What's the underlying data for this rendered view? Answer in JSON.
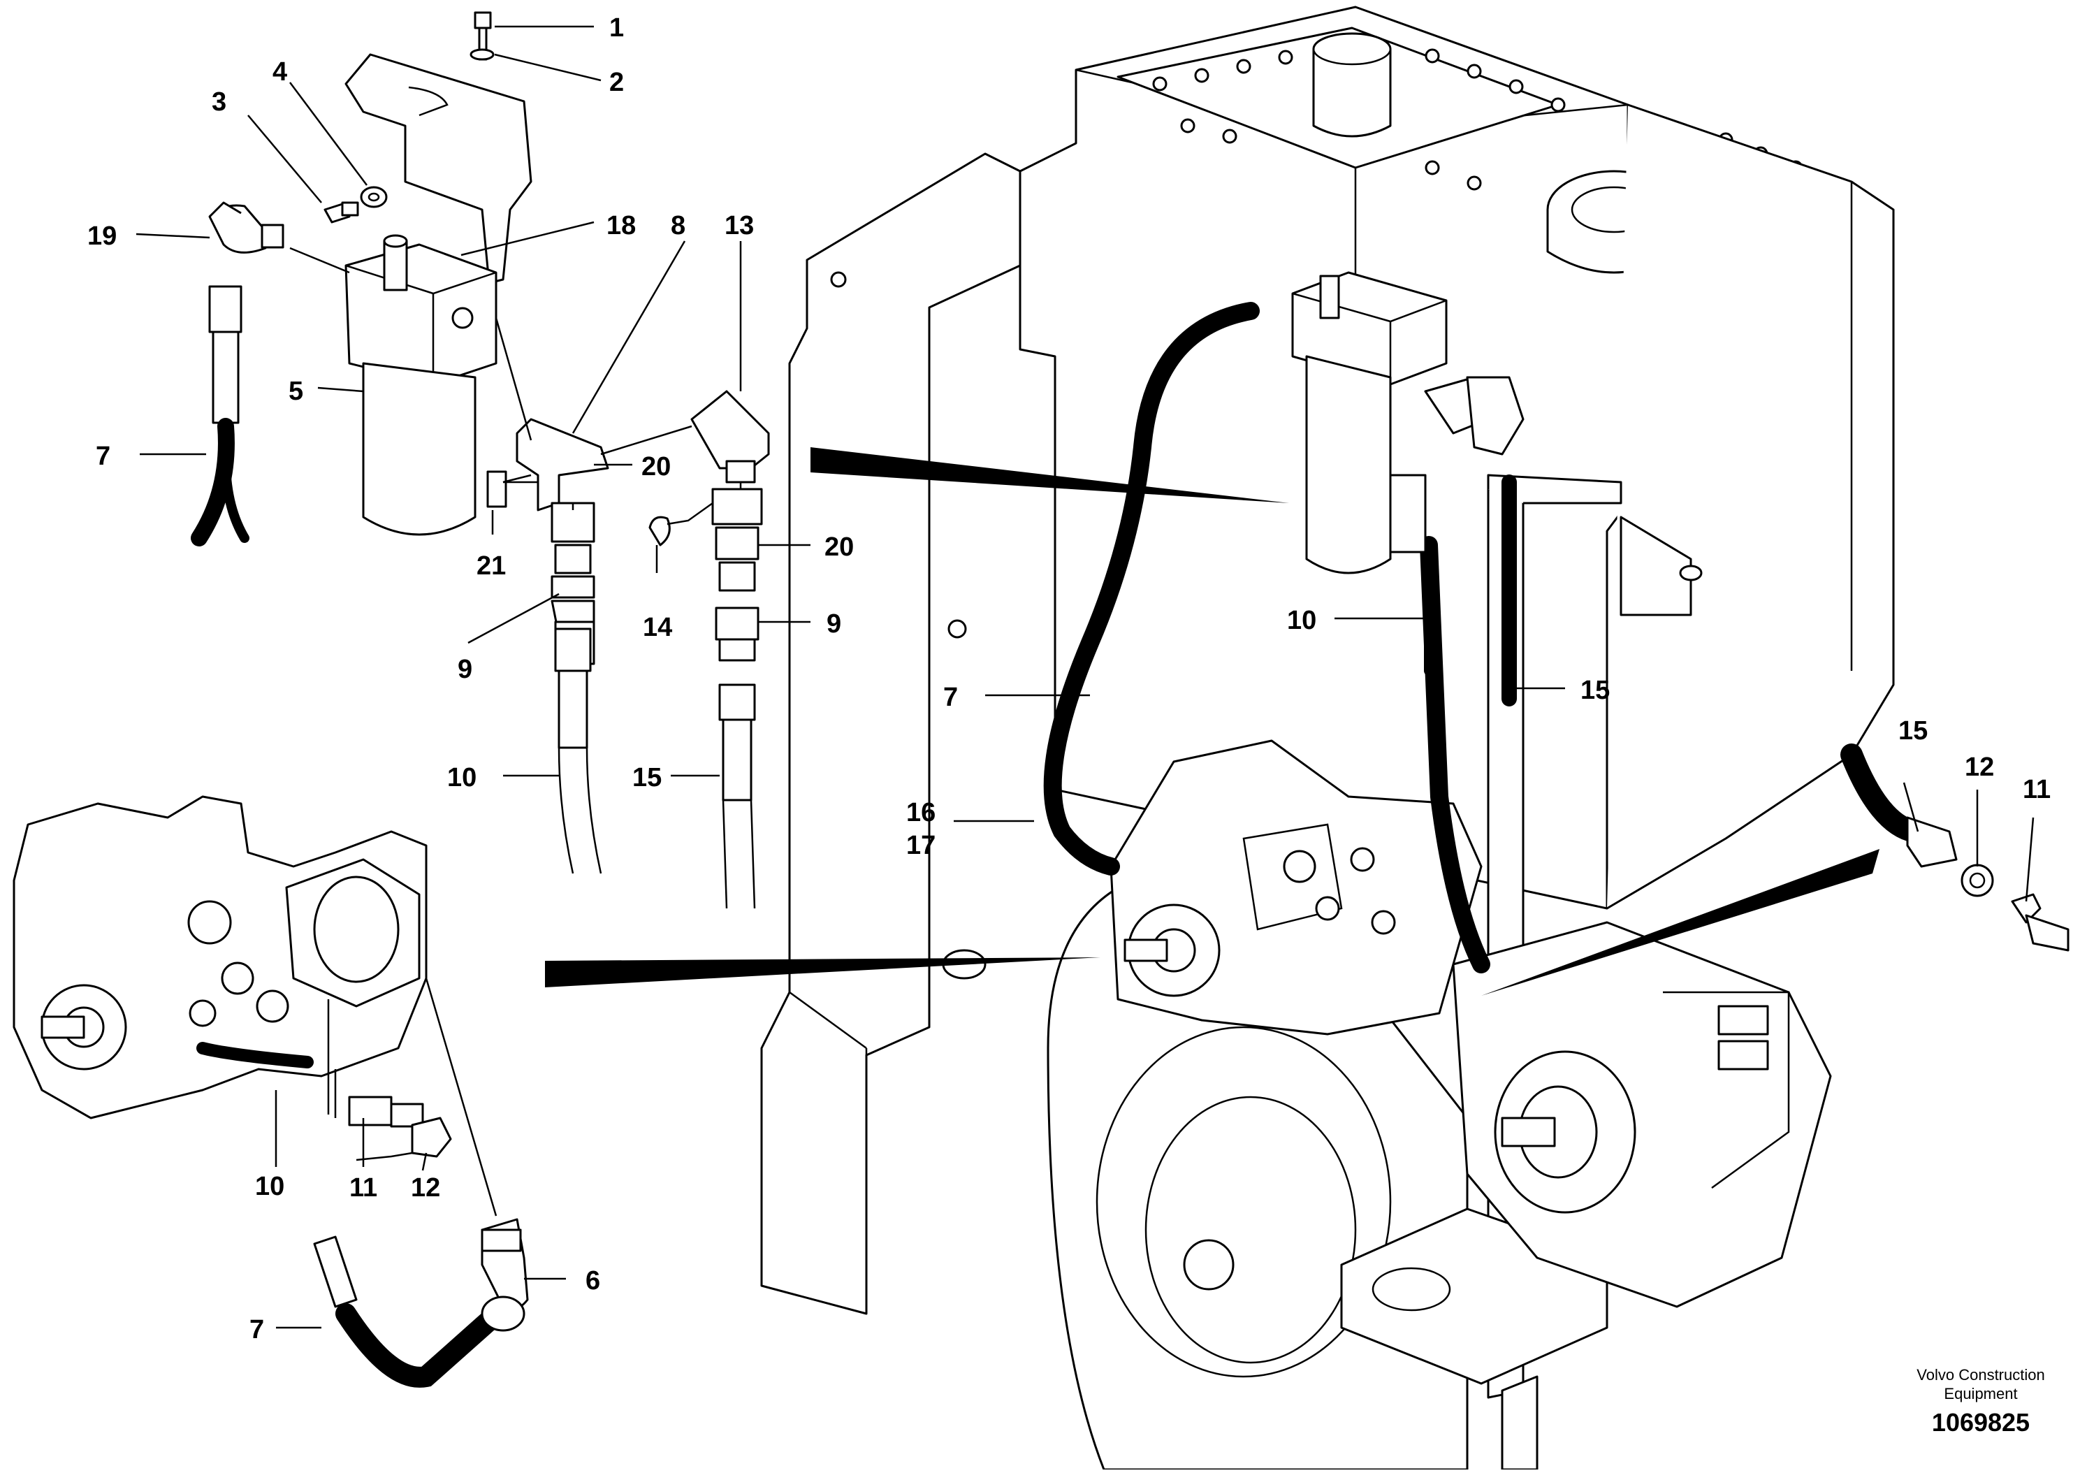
{
  "callouts": [
    {
      "id": "c1",
      "label": "1"
    },
    {
      "id": "c2",
      "label": "2"
    },
    {
      "id": "c3",
      "label": "3"
    },
    {
      "id": "c4",
      "label": "4"
    },
    {
      "id": "c19",
      "label": "19"
    },
    {
      "id": "c18",
      "label": "18"
    },
    {
      "id": "c8",
      "label": "8"
    },
    {
      "id": "c13",
      "label": "13"
    },
    {
      "id": "c5",
      "label": "5"
    },
    {
      "id": "c7a",
      "label": "7"
    },
    {
      "id": "c20a",
      "label": "20"
    },
    {
      "id": "c21",
      "label": "21"
    },
    {
      "id": "c20b",
      "label": "20"
    },
    {
      "id": "c14",
      "label": "14"
    },
    {
      "id": "c9a",
      "label": "9"
    },
    {
      "id": "c9b",
      "label": "9"
    },
    {
      "id": "c10a",
      "label": "10"
    },
    {
      "id": "c15a",
      "label": "15"
    },
    {
      "id": "c10b",
      "label": "10"
    },
    {
      "id": "c7b",
      "label": "7"
    },
    {
      "id": "c15b",
      "label": "15"
    },
    {
      "id": "c16",
      "label": "16"
    },
    {
      "id": "c17",
      "label": "17"
    },
    {
      "id": "c15c",
      "label": "15"
    },
    {
      "id": "c12a",
      "label": "12"
    },
    {
      "id": "c11a",
      "label": "11"
    },
    {
      "id": "c10c",
      "label": "10"
    },
    {
      "id": "c11b",
      "label": "11"
    },
    {
      "id": "c12b",
      "label": "12"
    },
    {
      "id": "c6",
      "label": "6"
    },
    {
      "id": "c7c",
      "label": "7"
    }
  ],
  "footer": {
    "brand_line1": "Volvo Construction",
    "brand_line2": "Equipment",
    "doc_number": "1069825"
  }
}
